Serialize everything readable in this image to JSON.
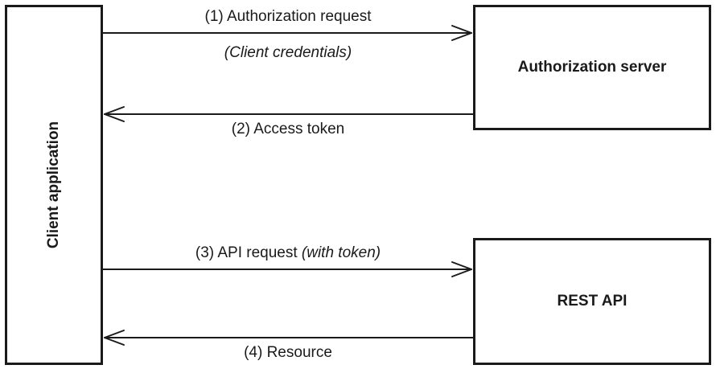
{
  "participants": {
    "client": "Client application",
    "auth_server": "Authorization server",
    "rest_api": "REST API"
  },
  "messages": [
    {
      "id": "auth-request",
      "label": "(1) Authorization request",
      "note": "(Client credentials)",
      "direction": "client-to-auth"
    },
    {
      "id": "access-token",
      "label": "(2) Access token",
      "direction": "auth-to-client"
    },
    {
      "id": "api-request",
      "label": "(3) API request ",
      "label_italic": "(with token)",
      "direction": "client-to-api"
    },
    {
      "id": "resource",
      "label": "(4) Resource",
      "direction": "api-to-client"
    }
  ]
}
